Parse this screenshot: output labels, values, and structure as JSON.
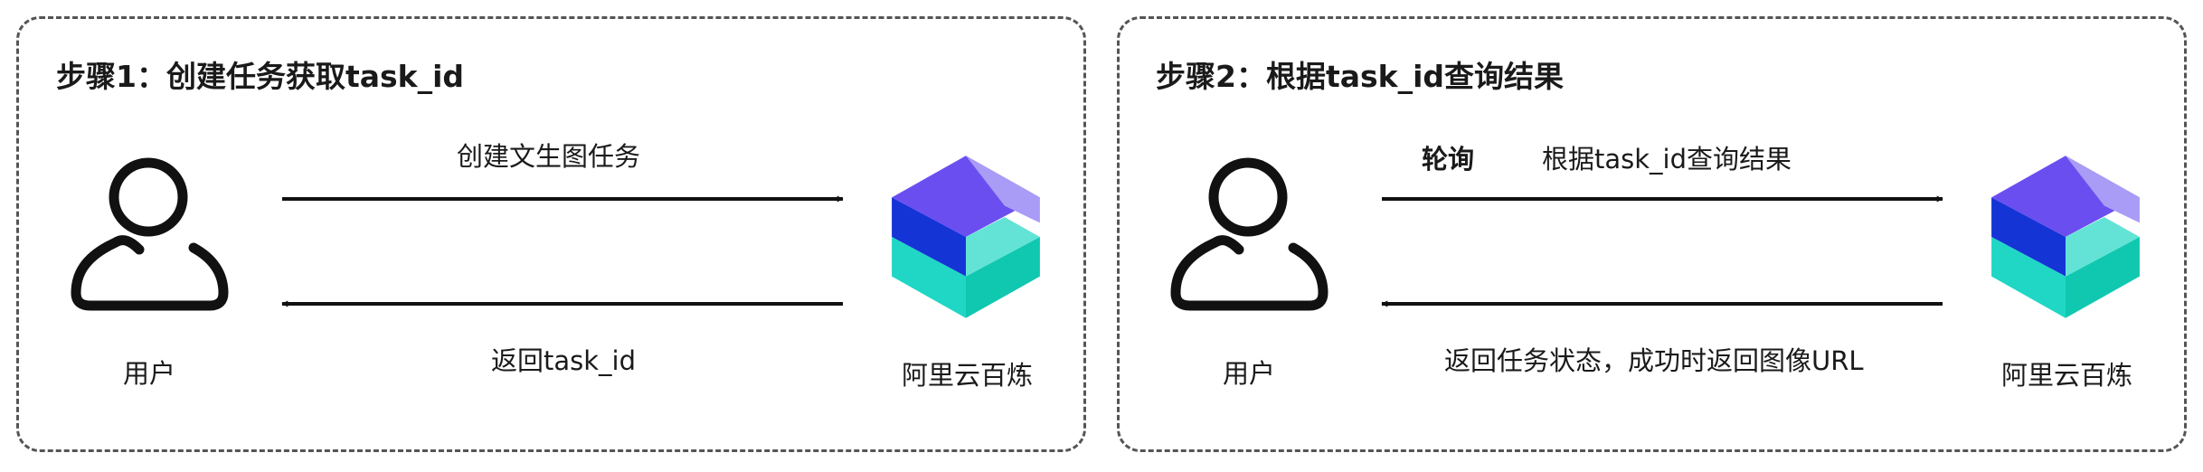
{
  "panels": [
    {
      "title": "步骤1：创建任务获取task_id",
      "user_label": "用户",
      "service_label": "阿里云百炼",
      "forward_label": "创建文生图任务",
      "return_label": "返回task_id"
    },
    {
      "title": "步骤2：根据task_id查询结果",
      "user_label": "用户",
      "service_label": "阿里云百炼",
      "loop_label": "轮询",
      "forward_label": "根据task_id查询结果",
      "return_label": "返回任务状态，成功时返回图像URL"
    }
  ],
  "colors": {
    "logo_purple": "#6b4ef0",
    "logo_lavender": "#a99cf6",
    "logo_blue": "#1434d6",
    "logo_teal": "#20d6c4",
    "logo_green": "#10c8b0"
  }
}
